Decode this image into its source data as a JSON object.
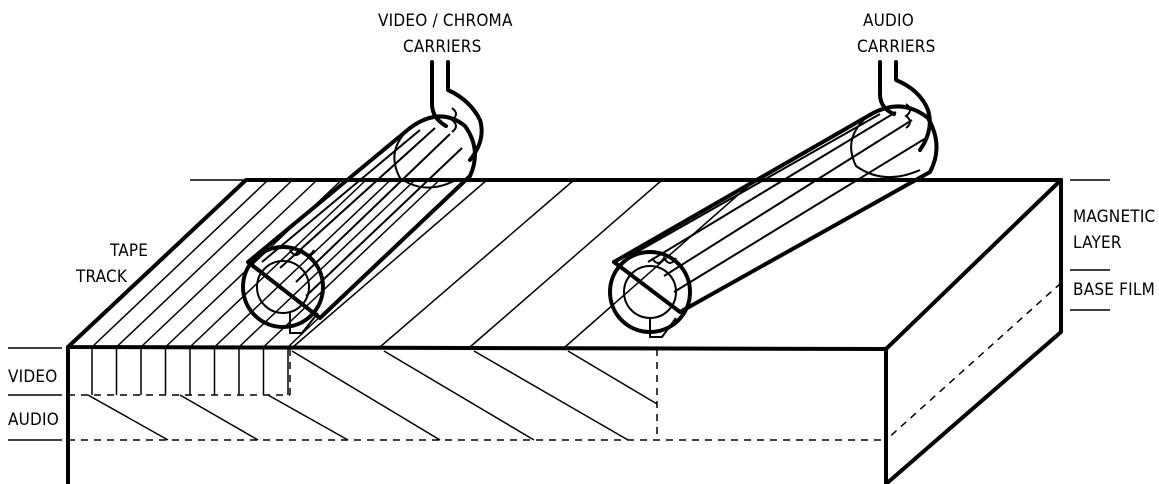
{
  "labels": {
    "video_chroma": "VIDEO / CHROMA",
    "carriers_1": "CARRIERS",
    "audio": "AUDIO",
    "carriers_2": "CARRIERS",
    "magnetic": "MAGNETIC",
    "layer": "LAYER",
    "base_film": "BASE FILM",
    "tape": "TAPE",
    "track": "TRACK",
    "video_band": "VIDEO",
    "audio_band": "AUDIO"
  }
}
